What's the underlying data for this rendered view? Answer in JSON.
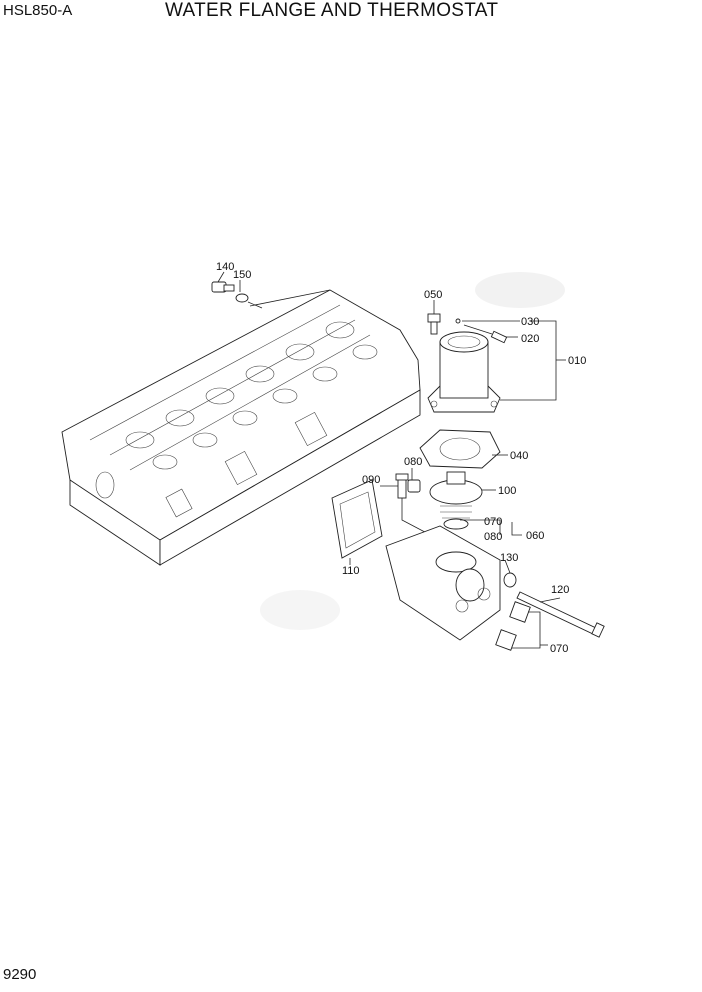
{
  "header": {
    "model": "HSL850-A",
    "title": "WATER FLANGE AND THERMOSTAT"
  },
  "footer": {
    "page_number": "9290"
  },
  "callouts": {
    "c140": "140",
    "c150": "150",
    "c050": "050",
    "c030": "030",
    "c020": "020",
    "c010": "010",
    "c040": "040",
    "c090": "090",
    "c080a": "080",
    "c100": "100",
    "c070a": "070",
    "c080b": "080",
    "c060": "060",
    "c130": "130",
    "c110": "110",
    "c120": "120",
    "c070b": "070"
  }
}
